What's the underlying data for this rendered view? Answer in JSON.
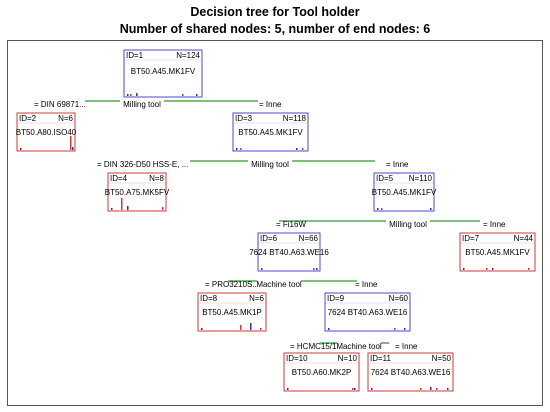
{
  "title": "Decision tree for Tool holder",
  "subtitle": "Number of shared nodes: 5, number of end nodes: 6",
  "colors": {
    "shared_node": "#4a4ad0",
    "end_node": "#d03a3a",
    "edge": "#2e9a2e",
    "histogram_bar": "#3030a0"
  },
  "nodes": [
    {
      "id": "ID=1",
      "n": "N=124",
      "label": "BT50.A45.MK1FV",
      "type": "shared"
    },
    {
      "id": "ID=2",
      "n": "N=6",
      "label": "BT50.A80.ISO40",
      "type": "end"
    },
    {
      "id": "ID=3",
      "n": "N=118",
      "label": "BT50.A45.MK1FV",
      "type": "shared"
    },
    {
      "id": "ID=4",
      "n": "N=8",
      "label": "BT50.A75.MK5FV",
      "type": "end"
    },
    {
      "id": "ID=5",
      "n": "N=110",
      "label": "BT50.A45.MK1FV",
      "type": "shared"
    },
    {
      "id": "ID=6",
      "n": "N=66",
      "label": "7624 BT40.A63.WE16",
      "type": "shared"
    },
    {
      "id": "ID=7",
      "n": "N=44",
      "label": "BT50.A45.MK1FV",
      "type": "end"
    },
    {
      "id": "ID=8",
      "n": "N=6",
      "label": "BT50.A45.MK1P",
      "type": "end"
    },
    {
      "id": "ID=9",
      "n": "N=60",
      "label": "7624 BT40.A63.WE16",
      "type": "shared"
    },
    {
      "id": "ID=10",
      "n": "N=10",
      "label": "BT50.A60.MK2P",
      "type": "end"
    },
    {
      "id": "ID=11",
      "n": "N=50",
      "label": "7624 BT40.A63.WE16",
      "type": "end"
    }
  ],
  "splits": [
    {
      "variable": "Milling tool",
      "left": "= DIN 69871...",
      "right": "= Inne"
    },
    {
      "variable": "Milling tool",
      "left": "= DIN 326-D50 HSS-E, ...",
      "right": "= Inne"
    },
    {
      "variable": "Milling tool",
      "left": "= Fi16W",
      "right": "= Inne"
    },
    {
      "variable": "Machine tool",
      "left": "= PRO3210S...",
      "right": "= Inne"
    },
    {
      "variable": "Machine tool",
      "left": "= HCMC15/18...",
      "right": "= Inne"
    }
  ]
}
